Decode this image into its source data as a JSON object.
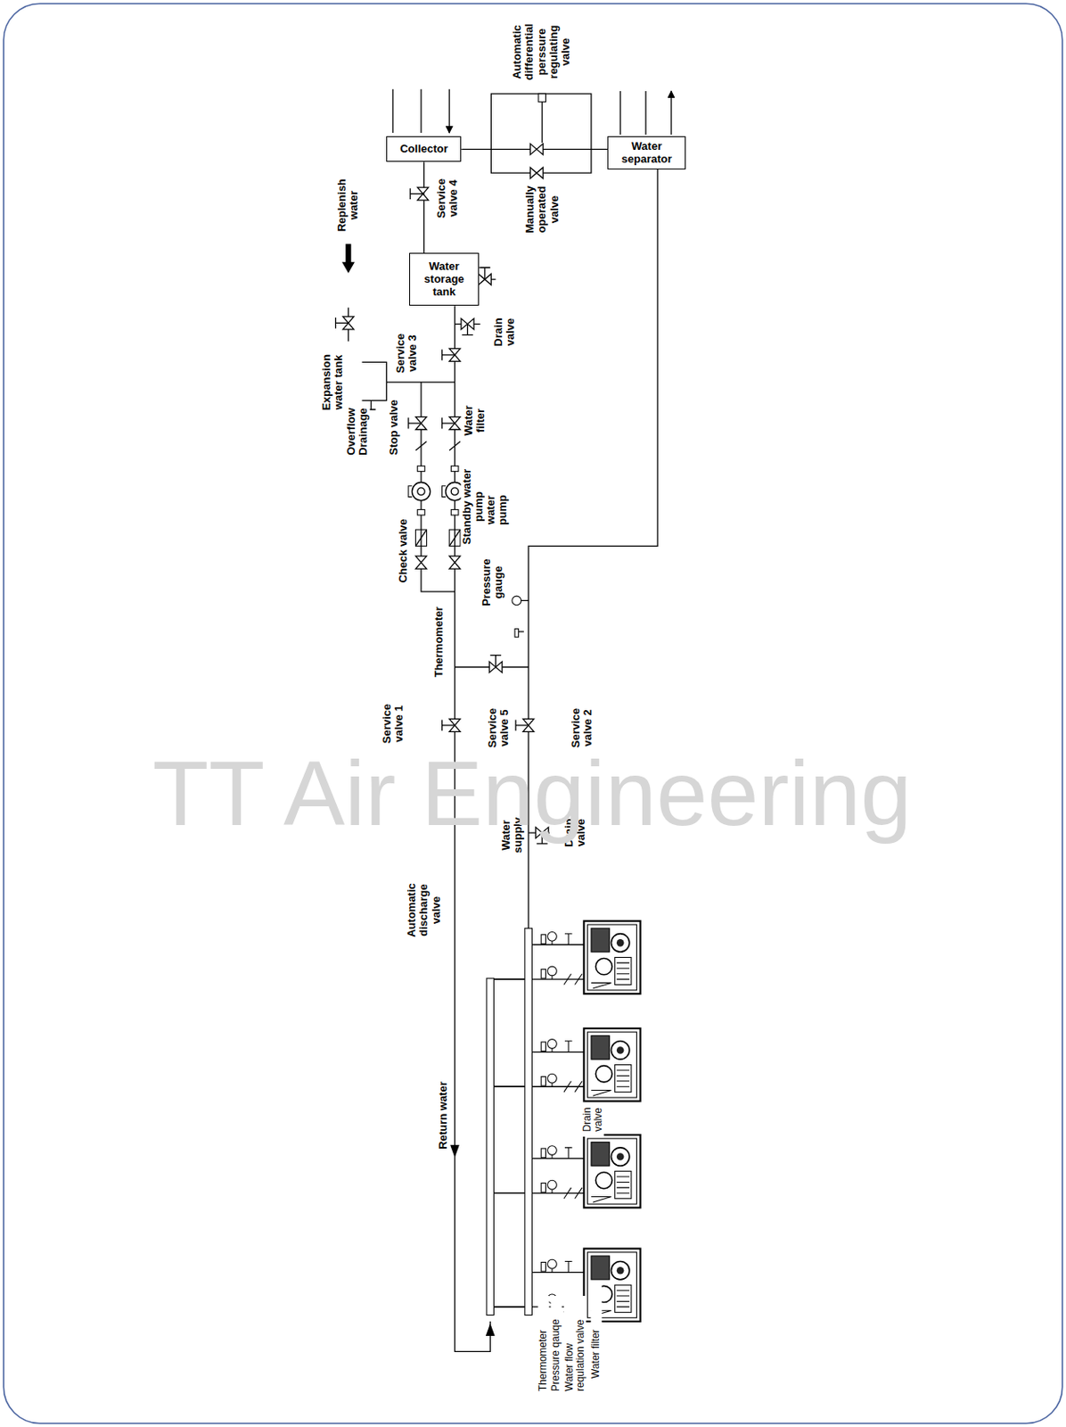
{
  "diagram": {
    "nodes": [
      {
        "text": [
          "Collector"
        ]
      },
      {
        "text": [
          "Water separator"
        ]
      },
      {
        "text": [
          "Water storage tank"
        ]
      }
    ],
    "edges": [
      {
        "from": 0,
        "to": 1,
        "arrow": "none"
      },
      {
        "from": 2,
        "to": 0,
        "arrow": "none"
      }
    ],
    "labels": [
      "Automatic differential perssure regulating valve",
      "Manually operated valve",
      "Service valve 4",
      "Replenish water",
      "Expansion water tank",
      "Overflow Drainage",
      "Service valve 3",
      "Drain valve",
      "Stop valve",
      "Water filter",
      "Standby water pump",
      "water pump",
      "Check valve",
      "Thermometer",
      "Pressure gauge",
      "Service valve 1",
      "Service valve 5",
      "Service valve 2",
      "Water supply",
      "Drain valve",
      "Automatic discharge valve",
      "Return water",
      "Drain valve",
      "Thermometer",
      "Pressure qauqe",
      "Water flow requlation valve",
      "Water filter",
      "TT Air Engineering"
    ]
  }
}
